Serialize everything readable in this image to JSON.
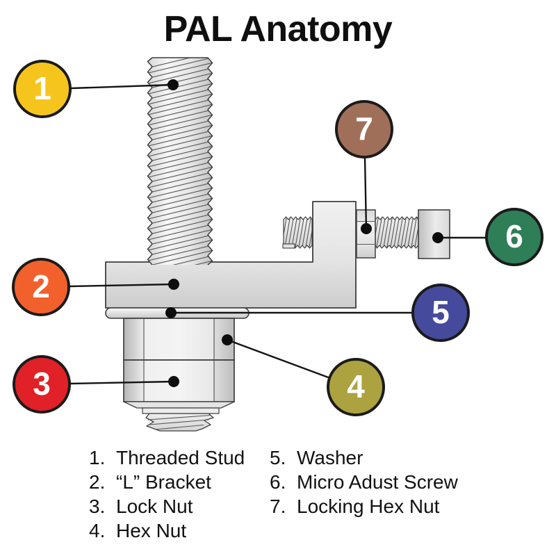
{
  "title": "PAL Anatomy",
  "callouts": [
    {
      "number": "1",
      "color": "#F6C51D"
    },
    {
      "number": "2",
      "color": "#F2612C"
    },
    {
      "number": "3",
      "color": "#E02127"
    },
    {
      "number": "4",
      "color": "#ACA23F"
    },
    {
      "number": "5",
      "color": "#454A9C"
    },
    {
      "number": "6",
      "color": "#2E7E57"
    },
    {
      "number": "7",
      "color": "#A06F5A"
    }
  ],
  "legend": {
    "col1": [
      {
        "n": "1.",
        "label": "Threaded Stud"
      },
      {
        "n": "2.",
        "label": "“L” Bracket"
      },
      {
        "n": "3.",
        "label": "Lock Nut"
      },
      {
        "n": "4.",
        "label": "Hex Nut"
      }
    ],
    "col2": [
      {
        "n": "5.",
        "label": "Washer"
      },
      {
        "n": "6.",
        "label": "Micro Adust Screw"
      },
      {
        "n": "7.",
        "label": "Locking Hex Nut"
      }
    ]
  }
}
